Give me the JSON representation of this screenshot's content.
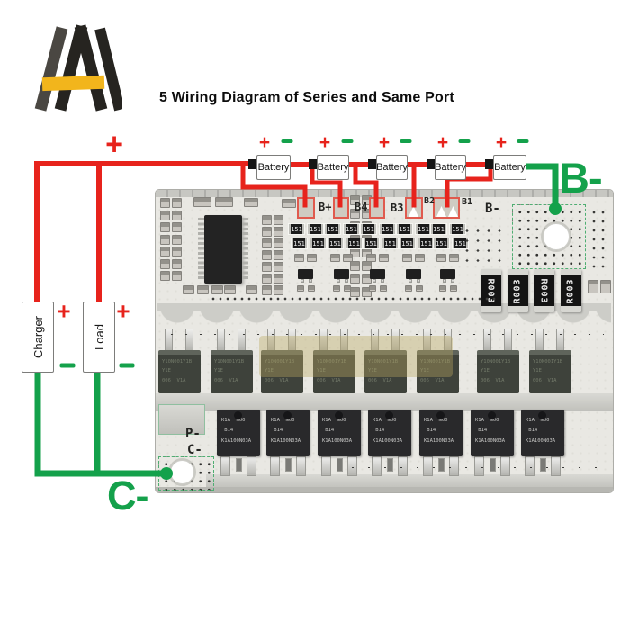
{
  "header": {
    "title": "5 Wiring Diagram of Series and Same Port"
  },
  "wiring": {
    "plus": "+",
    "minus": "-",
    "batteries": [
      "Battery",
      "Battery",
      "Battery",
      "Battery",
      "Battery"
    ],
    "charger_label": "Charger",
    "load_label": "Load",
    "b_minus_label": "B-",
    "c_minus_label": "C-",
    "colors": {
      "wire_red": "#e7231c",
      "wire_green": "#14a14b",
      "logo_yellow": "#f2b51c"
    }
  },
  "pcb": {
    "silkscreen": {
      "pads": [
        "B+",
        "B4",
        "B3",
        "B2",
        "B1"
      ],
      "b_minus": "B-",
      "p_minus": "P-",
      "c_minus": "C-"
    },
    "components": {
      "resistor_151_label": "151",
      "shunt_label": "R003",
      "shunt_count": 4,
      "mosfet_top": {
        "count": 8,
        "lines": [
          "Y10N001Y1B",
          "Y1E",
          "006  V1A"
        ]
      },
      "mosfet_bottom": {
        "count": 7,
        "lines": [
          "K1A  N00",
          " B14",
          "K1A100N03A"
        ]
      }
    }
  }
}
